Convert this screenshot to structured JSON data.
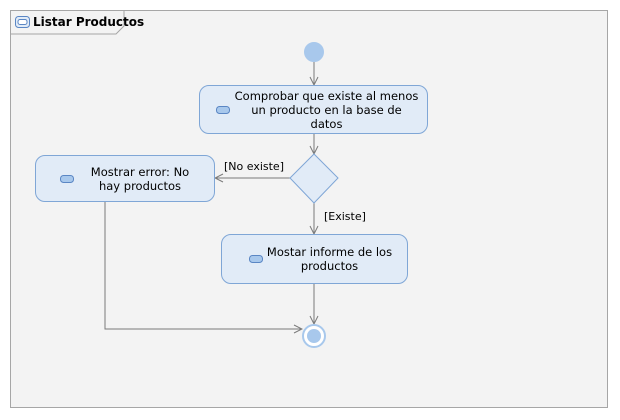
{
  "diagram": {
    "title": "Listar Productos",
    "actions": {
      "check": "Comprobar que existe al menos un producto en la base de datos",
      "error": "Mostrar error: No hay productos",
      "report": "Mostar informe de los productos"
    },
    "guards": {
      "not_exists": "[No existe]",
      "exists": "[Existe]"
    },
    "colors": {
      "frame_bg": "#f3f3f3",
      "node_fill": "#e1ebf7",
      "node_border": "#7fa6d6",
      "initial_fill": "#a8c8ec",
      "edge": "#7a7a7a"
    }
  }
}
